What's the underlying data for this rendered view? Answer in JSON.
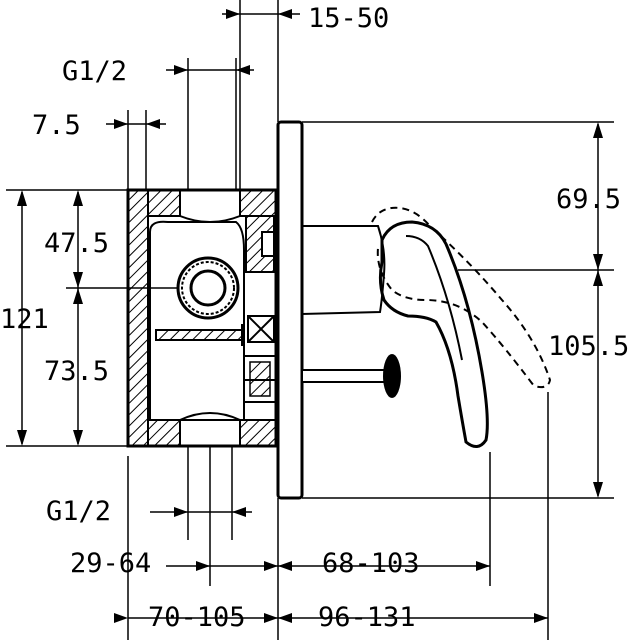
{
  "dimensions": {
    "top_gap": "15-50",
    "g_half_top": "G1/2",
    "offset_small": "7.5",
    "height_upper": "69.5",
    "upper_part": "47.5",
    "total_height": "121",
    "lower_part": "73.5",
    "height_lower": "105.5",
    "g_half_bottom": "G1/2",
    "depth_body": "29-64",
    "depth_handle": "68-103",
    "depth_total_left": "70-105",
    "depth_total_right": "96-131"
  }
}
